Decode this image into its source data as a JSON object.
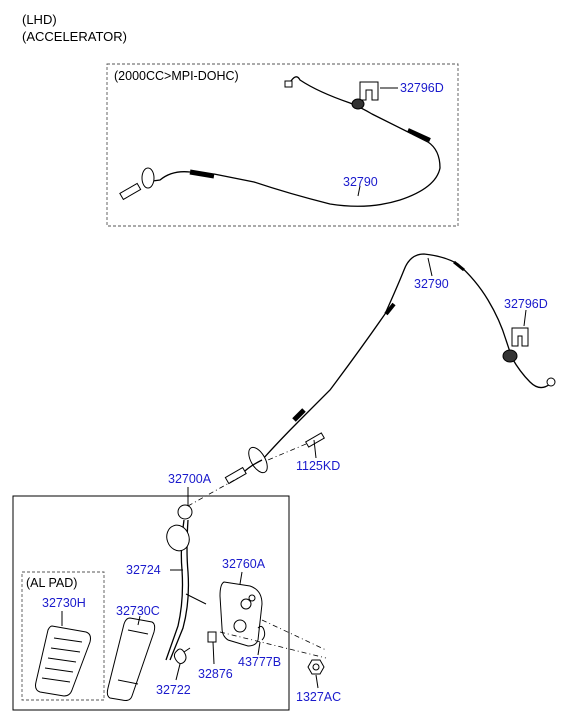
{
  "header": {
    "line1": "(LHD)",
    "line2": "(ACCELERATOR)"
  },
  "upper_box": {
    "title": "(2000CC>MPI-DOHC)",
    "labels": {
      "clip": "32796D",
      "cable": "32790"
    }
  },
  "main": {
    "labels": {
      "cable": "32790",
      "clip": "32796D",
      "bolt": "1125KD",
      "assembly": "32700A",
      "arm": "32724",
      "bracket": "32760A",
      "pad": "32730C",
      "spring": "32722",
      "stopper": "32876",
      "switch": "43777B",
      "nut": "1327AC"
    }
  },
  "al_pad": {
    "title": "(AL PAD)",
    "label": "32730H"
  }
}
